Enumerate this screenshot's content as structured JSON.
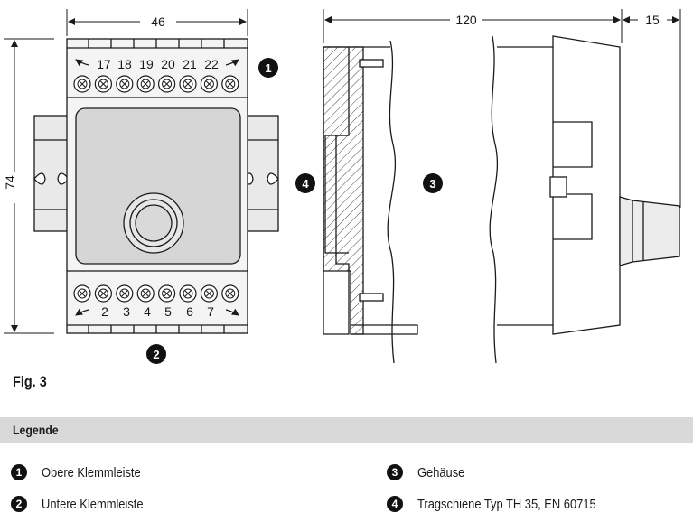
{
  "figure": {
    "label": "Fig. 3",
    "dimensions": {
      "width": "46",
      "height": "74",
      "depth": "120",
      "knob": "15"
    },
    "upper_terminals": [
      "17",
      "18",
      "19",
      "20",
      "21",
      "22"
    ],
    "lower_terminals": [
      "2",
      "3",
      "4",
      "5",
      "6",
      "7"
    ],
    "callouts": [
      "1",
      "2",
      "3",
      "4"
    ]
  },
  "legend": {
    "title": "Legende",
    "items": [
      {
        "num": "1",
        "text": "Obere Klemmleiste"
      },
      {
        "num": "2",
        "text": "Untere Klemmleiste"
      },
      {
        "num": "3",
        "text": "Gehäuse"
      },
      {
        "num": "4",
        "text": "Tragschiene Typ TH 35, EN 60715"
      }
    ]
  },
  "colors": {
    "line": "#1a1a1a",
    "face": "#e6e6e6",
    "panel": "#d6d6d6",
    "rail": "#e9e9e9",
    "header": "#d9d9d9"
  }
}
